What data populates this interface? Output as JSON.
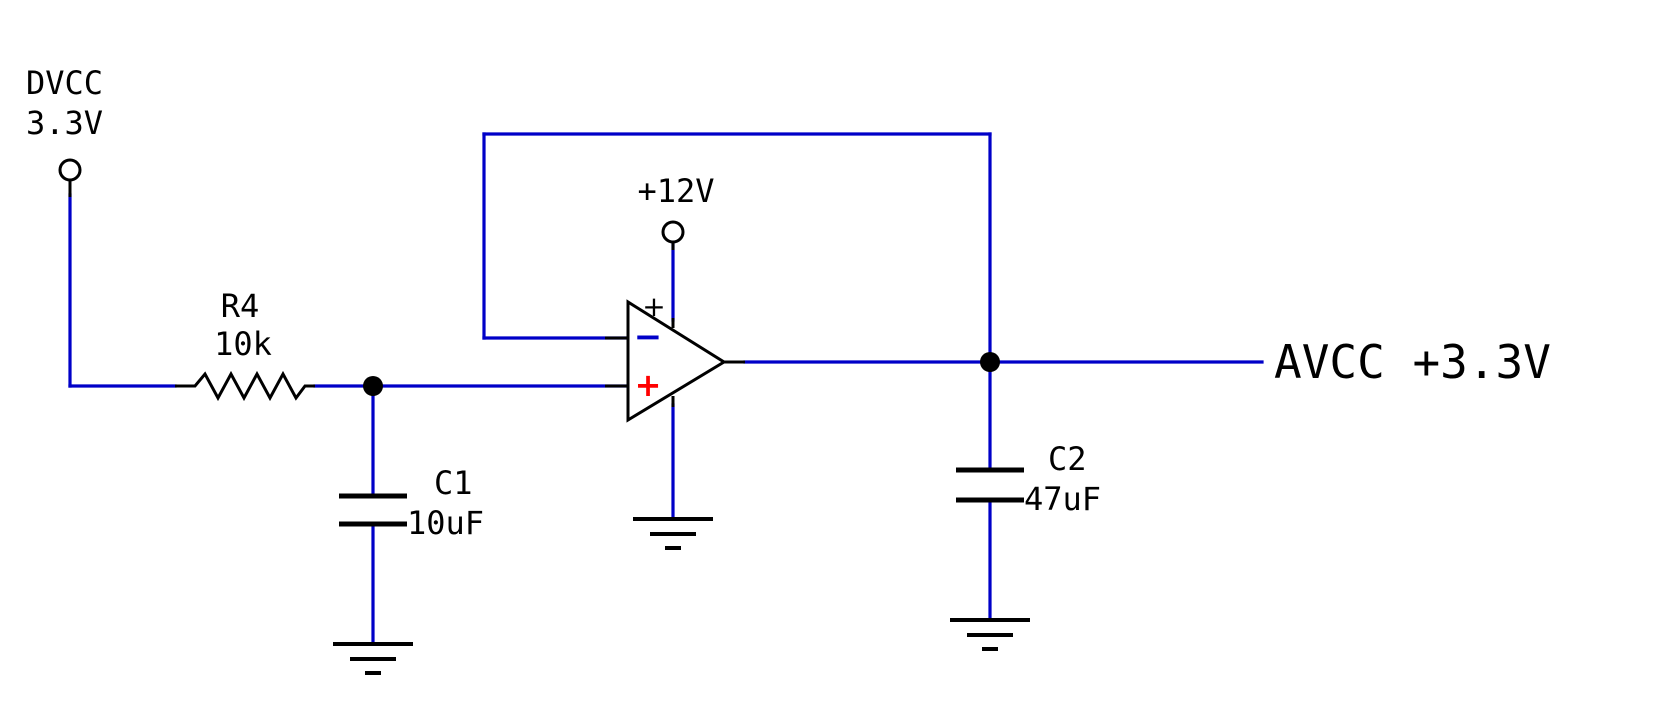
{
  "diagram": {
    "colors": {
      "background": "#ffffff",
      "wire": "#0000c8",
      "component": "#000000",
      "plus_sign": "#ff0000",
      "minus_sign": "#0000c8"
    },
    "supply_in": {
      "name": "DVCC",
      "voltage": "3.3V"
    },
    "supply_opamp": {
      "label": "+12V"
    },
    "resistor": {
      "ref": "R4",
      "value": "10k"
    },
    "cap_in": {
      "ref": "C1",
      "value": "10uF"
    },
    "cap_out": {
      "ref": "C2",
      "value": "47uF"
    },
    "output": {
      "label": "AVCC +3.3V"
    },
    "opamp": {
      "inverting_sign": "−",
      "noninverting_sign": "+",
      "supply_pin_sign": "+"
    },
    "icons": [
      "supply-terminal-icon",
      "resistor-icon",
      "capacitor-icon",
      "ground-icon",
      "opamp-icon",
      "junction-dot-icon"
    ]
  }
}
